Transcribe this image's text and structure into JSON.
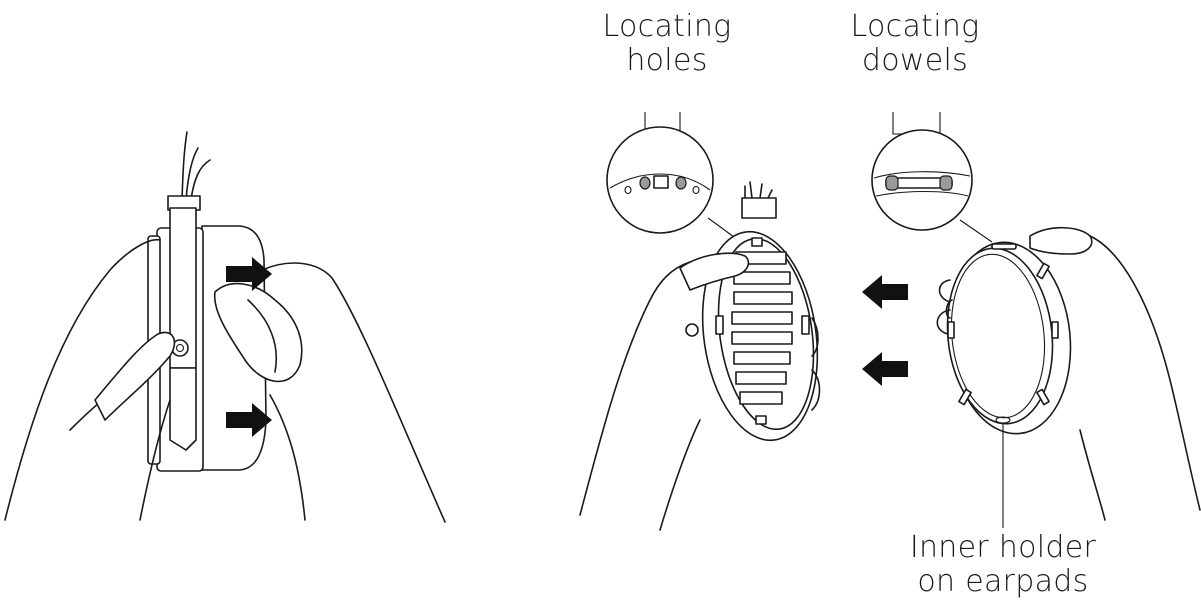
{
  "labels": {
    "locating_holes": [
      "Locating",
      "holes"
    ],
    "locating_dowels": [
      "Locating",
      "dowels"
    ],
    "inner_holder": [
      "Inner holder",
      "on earpads"
    ]
  },
  "colors": {
    "line": "#1a1a1a",
    "arrow": "#111111",
    "background": "#ffffff",
    "dowel": "#9a9a9a"
  },
  "icons": {
    "push_arrow_right": "push-right-arrow-icon",
    "push_arrow_left": "push-left-arrow-icon"
  }
}
